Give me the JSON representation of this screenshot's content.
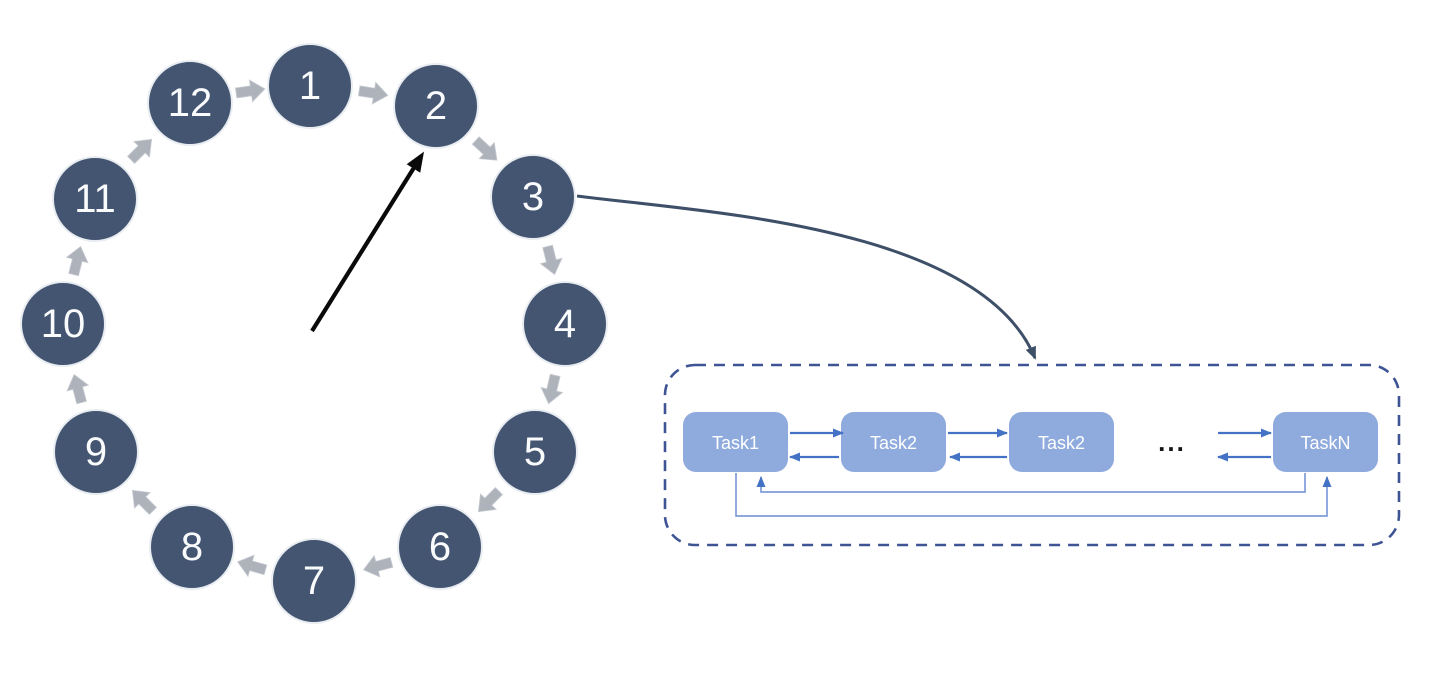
{
  "clock": {
    "nodes": [
      {
        "label": "1"
      },
      {
        "label": "2"
      },
      {
        "label": "3"
      },
      {
        "label": "4"
      },
      {
        "label": "5"
      },
      {
        "label": "6"
      },
      {
        "label": "7"
      },
      {
        "label": "8"
      },
      {
        "label": "9"
      },
      {
        "label": "10"
      },
      {
        "label": "11"
      },
      {
        "label": "12"
      }
    ]
  },
  "pipeline": {
    "tasks": [
      {
        "label": "Task1"
      },
      {
        "label": "Task2"
      },
      {
        "label": "Task2"
      },
      {
        "label": "TaskN"
      }
    ],
    "ellipsis": "..."
  },
  "colors": {
    "node_fill": "#435570",
    "node_text": "#fafbfd",
    "ring_arrow": "#aeb3bb",
    "hand_arrow": "#0a0a0a",
    "callout_arrow": "#3e4f68",
    "box_border": "#3e5494",
    "task_fill": "#8faadc",
    "task_text": "#ffffff",
    "task_arrow": "#4472c4",
    "feedback_line": "#7f9cd8",
    "ellipsis_text": "#141414"
  }
}
